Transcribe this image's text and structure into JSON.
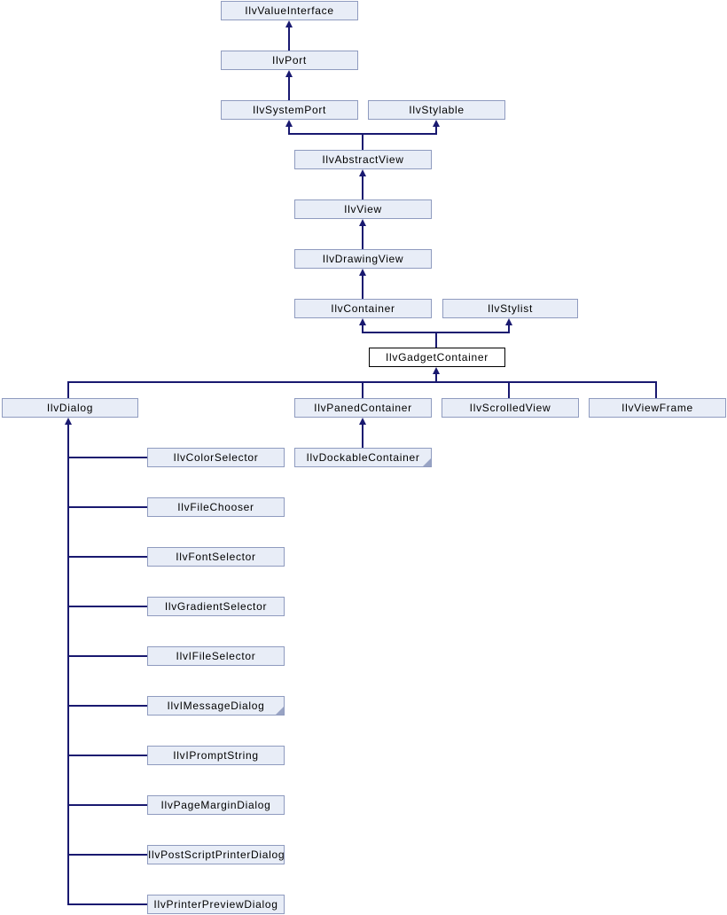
{
  "diagram": {
    "type": "class-inheritance-diagram",
    "highlighted_node": "IlvGadgetContainer",
    "colors": {
      "node_fill": "#e8edf7",
      "node_border": "#8f9bbf",
      "edge_color": "#191970",
      "highlight_fill": "#ffffff",
      "highlight_border": "#000000",
      "text": "#000000"
    },
    "nodes": [
      {
        "label": "IlvValueInterface"
      },
      {
        "label": "IlvPort"
      },
      {
        "label": "IlvSystemPort"
      },
      {
        "label": "IlvStylable"
      },
      {
        "label": "IlvAbstractView"
      },
      {
        "label": "IlvView"
      },
      {
        "label": "IlvDrawingView"
      },
      {
        "label": "IlvContainer"
      },
      {
        "label": "IlvStylist"
      },
      {
        "label": "IlvGadgetContainer",
        "highlighted": true
      },
      {
        "label": "IlvDialog"
      },
      {
        "label": "IlvPanedContainer"
      },
      {
        "label": "IlvScrolledView"
      },
      {
        "label": "IlvViewFrame"
      },
      {
        "label": "IlvColorSelector"
      },
      {
        "label": "IlvDockableContainer",
        "truncated": true
      },
      {
        "label": "IlvFileChooser"
      },
      {
        "label": "IlvFontSelector"
      },
      {
        "label": "IlvGradientSelector"
      },
      {
        "label": "IlvIFileSelector"
      },
      {
        "label": "IlvIMessageDialog",
        "truncated": true
      },
      {
        "label": "IlvIPromptString"
      },
      {
        "label": "IlvPageMarginDialog"
      },
      {
        "label": "IlvPostScriptPrinterDialog"
      },
      {
        "label": "IlvPrinterPreviewDialog"
      }
    ],
    "edges": [
      {
        "from": "IlvPort",
        "to": "IlvValueInterface"
      },
      {
        "from": "IlvSystemPort",
        "to": "IlvPort"
      },
      {
        "from": "IlvAbstractView",
        "to": "IlvSystemPort"
      },
      {
        "from": "IlvAbstractView",
        "to": "IlvStylable"
      },
      {
        "from": "IlvView",
        "to": "IlvAbstractView"
      },
      {
        "from": "IlvDrawingView",
        "to": "IlvView"
      },
      {
        "from": "IlvContainer",
        "to": "IlvDrawingView"
      },
      {
        "from": "IlvGadgetContainer",
        "to": "IlvContainer"
      },
      {
        "from": "IlvGadgetContainer",
        "to": "IlvStylist"
      },
      {
        "from": "IlvDialog",
        "to": "IlvGadgetContainer"
      },
      {
        "from": "IlvPanedContainer",
        "to": "IlvGadgetContainer"
      },
      {
        "from": "IlvScrolledView",
        "to": "IlvGadgetContainer"
      },
      {
        "from": "IlvViewFrame",
        "to": "IlvGadgetContainer"
      },
      {
        "from": "IlvColorSelector",
        "to": "IlvDialog"
      },
      {
        "from": "IlvFileChooser",
        "to": "IlvDialog"
      },
      {
        "from": "IlvFontSelector",
        "to": "IlvDialog"
      },
      {
        "from": "IlvGradientSelector",
        "to": "IlvDialog"
      },
      {
        "from": "IlvIFileSelector",
        "to": "IlvDialog"
      },
      {
        "from": "IlvIMessageDialog",
        "to": "IlvDialog"
      },
      {
        "from": "IlvIPromptString",
        "to": "IlvDialog"
      },
      {
        "from": "IlvPageMarginDialog",
        "to": "IlvDialog"
      },
      {
        "from": "IlvPostScriptPrinterDialog",
        "to": "IlvDialog"
      },
      {
        "from": "IlvPrinterPreviewDialog",
        "to": "IlvDialog"
      },
      {
        "from": "IlvDockableContainer",
        "to": "IlvPanedContainer"
      }
    ]
  }
}
